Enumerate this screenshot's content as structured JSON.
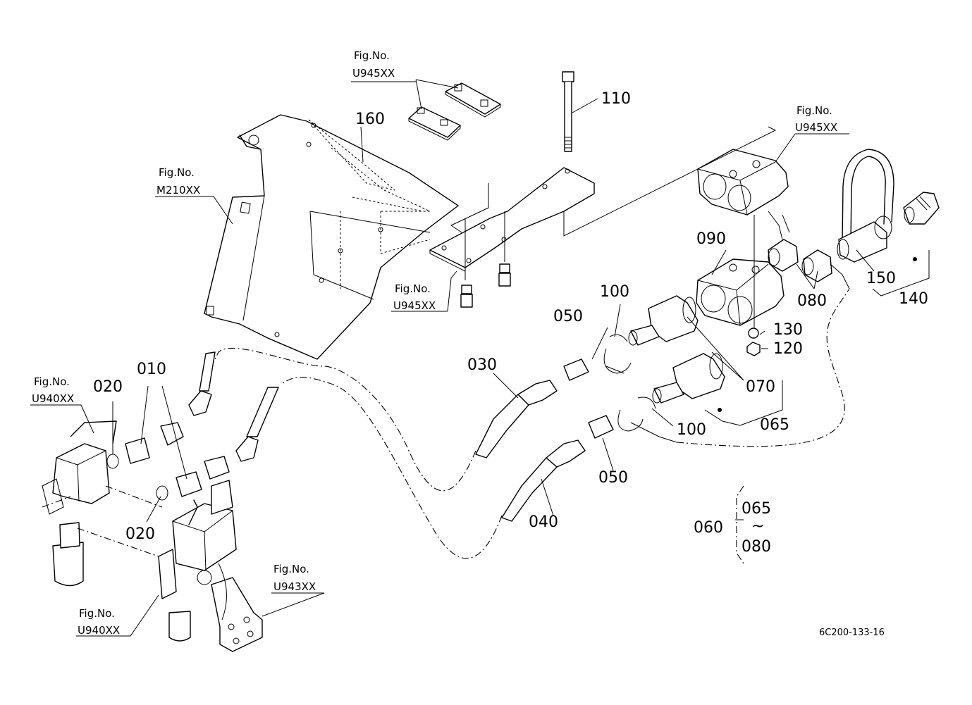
{
  "fig_refs": {
    "top": {
      "line1": "Fig.No.",
      "line2": "U945XX"
    },
    "right": {
      "line1": "Fig.No.",
      "line2": "U945XX"
    },
    "middle": {
      "line1": "Fig.No.",
      "line2": "U945XX"
    },
    "m210": {
      "line1": "Fig.No.",
      "line2": "M210XX"
    },
    "left_u940": {
      "line1": "Fig.No.",
      "line2": "U940XX"
    },
    "bottom_u940": {
      "line1": "Fig.No.",
      "line2": "U940XX"
    },
    "u943": {
      "line1": "Fig.No.",
      "line2": "U943XX"
    }
  },
  "part_numbers": {
    "p010": "010",
    "p020_top": "020",
    "p020_bottom": "020",
    "p030": "030",
    "p040": "040",
    "p050_top": "050",
    "p050_bottom": "050",
    "p060": "060",
    "p065": "065",
    "p065_set": "065",
    "p070": "070",
    "p080": "080",
    "p080_set": "080",
    "p090": "090",
    "p100_top": "100",
    "p100_bottom": "100",
    "p110": "110",
    "p120": "120",
    "p130": "130",
    "p140": "140",
    "p150": "150",
    "p160": "160",
    "tilde": "~"
  },
  "drawing_code": "6C200-133-16"
}
